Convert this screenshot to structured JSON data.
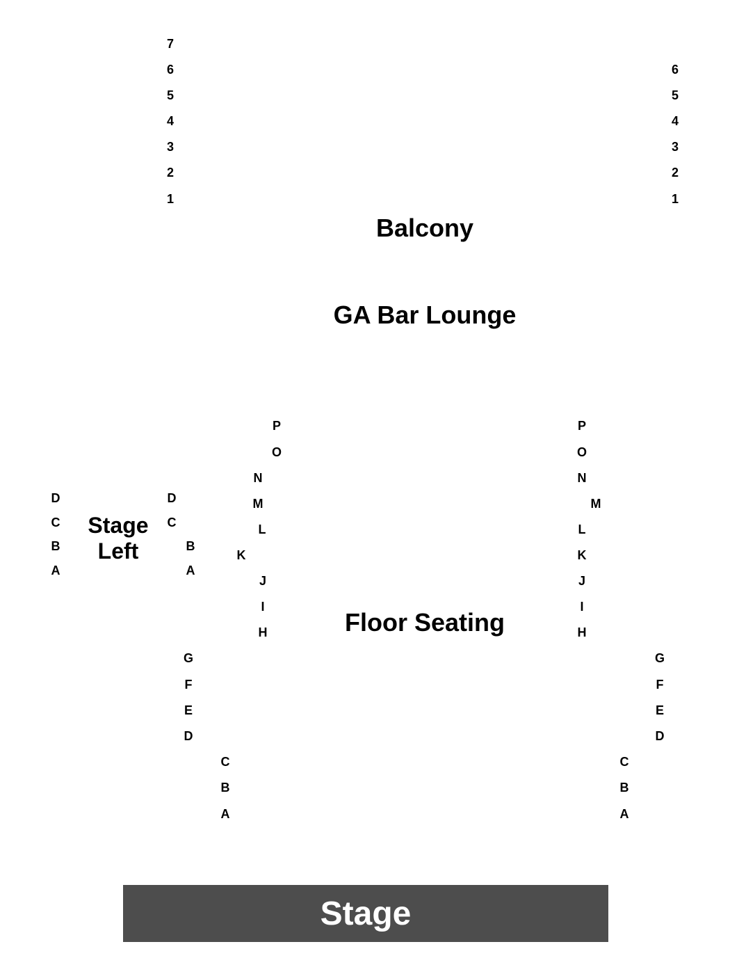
{
  "sections": {
    "balcony": "Balcony",
    "ga_bar_lounge": "GA Bar Lounge",
    "stage_left": "Stage Left",
    "floor_seating": "Floor Seating",
    "stage": "Stage"
  },
  "colors": {
    "stage_fill": "#4d4d4d",
    "stage_text": "#ffffff",
    "label_text": "#000000"
  },
  "rows": {
    "balcony_left": [
      "7",
      "6",
      "5",
      "4",
      "3",
      "2",
      "1"
    ],
    "balcony_right": [
      "6",
      "5",
      "4",
      "3",
      "2",
      "1"
    ],
    "stage_left_outer": [
      "D",
      "C",
      "B",
      "A"
    ],
    "stage_left_inner_upper": [
      "D",
      "C"
    ],
    "stage_left_inner_lower": [
      "B",
      "A"
    ],
    "floor_left_back": [
      "P",
      "O",
      "N",
      "M",
      "L",
      "K",
      "J",
      "I",
      "H"
    ],
    "floor_right_back": [
      "P",
      "O",
      "N",
      "M",
      "L",
      "K",
      "J",
      "I",
      "H"
    ],
    "floor_left_mid": [
      "G",
      "F",
      "E",
      "D"
    ],
    "floor_right_mid": [
      "G",
      "F",
      "E",
      "D"
    ],
    "floor_left_front": [
      "C",
      "B",
      "A"
    ],
    "floor_right_front": [
      "C",
      "B",
      "A"
    ]
  }
}
